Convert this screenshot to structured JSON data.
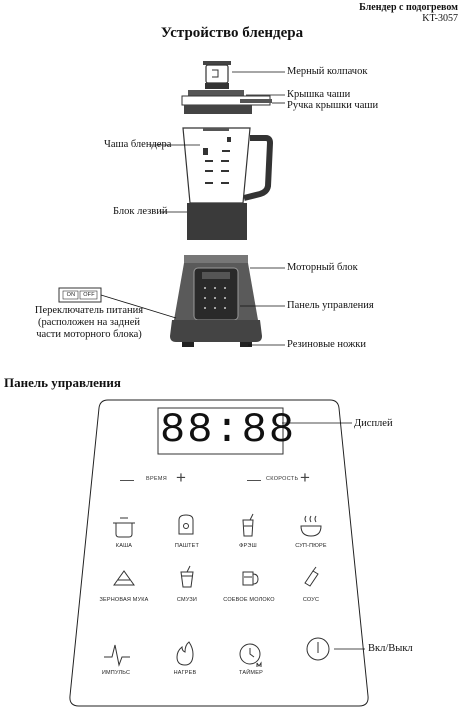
{
  "header": {
    "product": "Блендер с подогревом",
    "model": "KT-3057"
  },
  "title": "Устройство блендера",
  "parts": {
    "measuring_cap": "Мерный колпачок",
    "lid": "Крышка чаши",
    "lid_handle": "Ручка крышки чаши",
    "jar": "Чаша блендера",
    "blade_unit": "Блок лезвий",
    "motor_unit": "Моторный блок",
    "control_panel": "Панель управления",
    "rubber_feet": "Резиновые ножки",
    "power_switch": "Переключатель питания (расположен на задней части моторного блока)",
    "switch_on": "ON",
    "switch_off": "OFF"
  },
  "panel_section": {
    "title": "Панель управления",
    "display_value": "88:88",
    "display_label": "Дисплей",
    "time_label": "ВРЕМЯ",
    "speed_label": "СКОРОСТЬ",
    "minus": "—",
    "plus": "+",
    "power_label": "Вкл/Выкл",
    "programs": [
      {
        "label": "КАША",
        "icon": "pot-icon"
      },
      {
        "label": "ПАШТЕТ",
        "icon": "bread-icon"
      },
      {
        "label": "ФРЭШ",
        "icon": "juice-glass-icon"
      },
      {
        "label": "СУП-ПЮРЕ",
        "icon": "soup-bowl-icon"
      },
      {
        "label": "ЗЕРНОВАЯ МУКА",
        "icon": "flour-pile-icon"
      },
      {
        "label": "СМУЗИ",
        "icon": "smoothie-cup-icon"
      },
      {
        "label": "СОЕВОЕ МОЛОКО",
        "icon": "milk-jug-icon"
      },
      {
        "label": "СОУС",
        "icon": "sauce-bottle-icon"
      },
      {
        "label": "ИМПУЛЬС",
        "icon": "pulse-icon"
      },
      {
        "label": "НАГРЕВ",
        "icon": "flame-icon"
      },
      {
        "label": "ТАЙМЕР",
        "icon": "timer-icon"
      }
    ]
  }
}
